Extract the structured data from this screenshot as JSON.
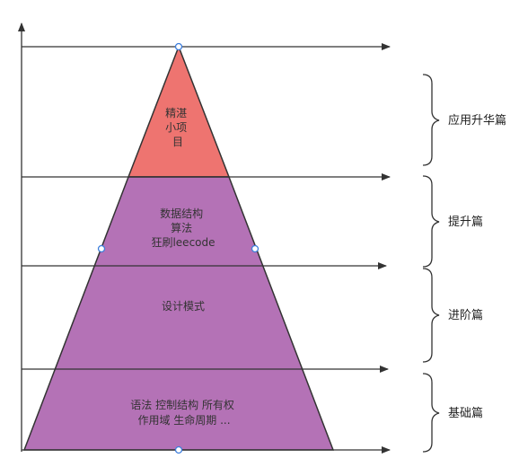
{
  "colors": {
    "top_tier": "#EE7470",
    "lower_tiers": "#B472B6",
    "line": "#333333",
    "handle": "#3D7EDB"
  },
  "tiers": [
    {
      "lines": [
        "精湛",
        "小项",
        "目"
      ]
    },
    {
      "lines": [
        "数据结构",
        "算法",
        "狂刷leecode"
      ]
    },
    {
      "lines": [
        "设计模式"
      ]
    },
    {
      "lines": [
        "语法 控制结构  所有权",
        "作用域 生命周期 ..."
      ]
    }
  ],
  "brackets": [
    {
      "label": "应用升华篇"
    },
    {
      "label": "提升篇"
    },
    {
      "label": "进阶篇"
    },
    {
      "label": "基础篇"
    }
  ]
}
